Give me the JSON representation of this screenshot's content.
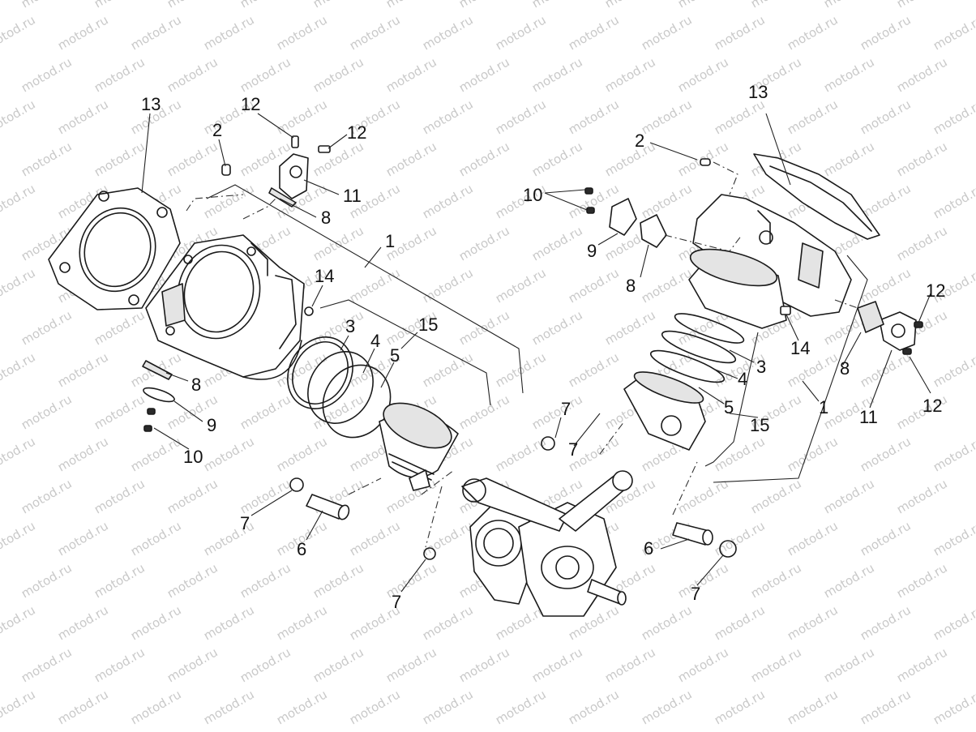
{
  "watermark": {
    "text": "motod.ru"
  },
  "callouts": {
    "L13": "13",
    "L2": "2",
    "L12a": "12",
    "L12b": "12",
    "L11": "11",
    "L8a": "8",
    "L1": "1",
    "L14": "14",
    "L3": "3",
    "L4": "4",
    "L5": "5",
    "L15": "15",
    "L8b": "8",
    "L9": "9",
    "L10": "10",
    "L7a": "7",
    "L6": "6",
    "L7b": "7",
    "L7c": "7",
    "L7d": "7",
    "R13": "13",
    "R2": "2",
    "R10": "10",
    "R9": "9",
    "R8a": "8",
    "R12a": "12",
    "R14": "14",
    "R3": "3",
    "R4": "4",
    "R8b": "8",
    "R5": "5",
    "R1": "1",
    "R11": "11",
    "R12b": "12",
    "R15": "15",
    "R6": "6",
    "R7": "7"
  }
}
